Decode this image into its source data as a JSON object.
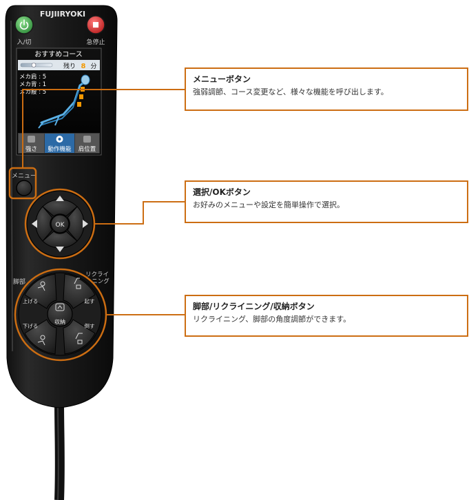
{
  "brand": "FUJIIRYOKI",
  "top_buttons": {
    "power_label": "入/切",
    "stop_label": "急停止"
  },
  "screen": {
    "course_title": "おすすめコース",
    "remaining_label": "残り",
    "remaining_value": "8",
    "remaining_unit": "分",
    "settings": [
      "メカ肩 : 5",
      "メカ背 : 1",
      "メカ腰 : 5"
    ],
    "tabs": [
      "強さ",
      "動作機能",
      "肩位置"
    ]
  },
  "menu_button_label": "メニュー",
  "dpad": {
    "ok_label": "OK"
  },
  "lower_pad": {
    "left_heading": "脚部",
    "right_heading_line1": "リクライ",
    "right_heading_line2": "ニング",
    "raise_label": "上げる",
    "lower_label": "下げる",
    "upright_label": "起す",
    "recline_label": "倒す",
    "stow_label": "収納"
  },
  "callouts": [
    {
      "title": "メニューボタン",
      "desc": "強弱調節、コース変更など、様々な機能を呼び出します。"
    },
    {
      "title": "選択/OKボタン",
      "desc": "お好みのメニューや設定を簡単操作で選択。"
    },
    {
      "title": "脚部/リクライニング/収納ボタン",
      "desc": "リクライニング、脚部の角度調節ができます。"
    }
  ],
  "colors": {
    "accent": "#cc6d12",
    "power_green": "#4caf50",
    "stop_red": "#d93030",
    "screen_blue": "#2c6aa6",
    "remaining_orange": "#f39800"
  }
}
